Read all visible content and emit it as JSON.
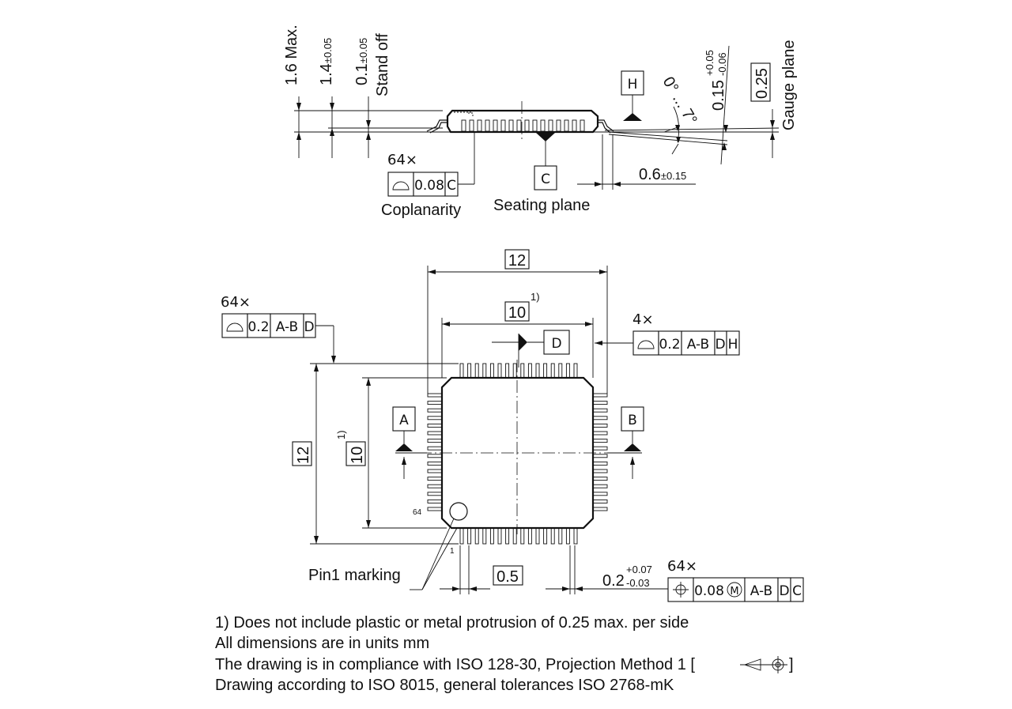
{
  "side_view": {
    "dim_height_max": "1.6 Max.",
    "dim_body_value": "1.4",
    "dim_body_tol": "±0.05",
    "dim_standoff_value": "0.1",
    "dim_standoff_tol": "±0.05",
    "standoff_label": "Stand off",
    "datum_h": "H",
    "angle_label": "0° ... 7°",
    "lead_thk_value": "0.15",
    "lead_thk_tol_plus": "+0.05",
    "lead_thk_tol_minus": "-0.06",
    "gauge_value": "0.25",
    "gauge_label": "Gauge plane",
    "coplanarity_count": "64×",
    "coplanarity_value": "0.08",
    "coplanarity_datum": "C",
    "coplanarity_label": "Coplanarity",
    "datum_c": "C",
    "seating_label": "Seating plane",
    "foot_value": "0.6",
    "foot_tol": "±0.15"
  },
  "top_view": {
    "dim_outer_width": "12",
    "dim_body_width": "10",
    "footnote_ref": "1)",
    "dim_outer_height": "12",
    "dim_body_height": "10",
    "datum_d": "D",
    "datum_a": "A",
    "datum_b": "B",
    "left_fcf_count": "64×",
    "left_fcf_value": "0.2",
    "left_fcf_datums": [
      "A-B",
      "D"
    ],
    "right_fcf_count": "4×",
    "right_fcf_value": "0.2",
    "right_fcf_datums": [
      "A-B",
      "D",
      "H"
    ],
    "pin_64_label": "64",
    "pin_1_label": "1",
    "pin1_marking_label": "Pin1 marking",
    "pitch_value": "0.5",
    "lead_width_value": "0.2",
    "lead_width_tol_plus": "+0.07",
    "lead_width_tol_minus": "-0.03",
    "pos_fcf_count": "64×",
    "pos_fcf_value": "0.08",
    "pos_fcf_modifier": "M",
    "pos_fcf_datums": [
      "A-B",
      "D",
      "C"
    ]
  },
  "notes": {
    "line1": "1) Does not include plastic or metal protrusion of 0.25 max. per side",
    "line2": "All dimensions are in units mm",
    "line3_prefix": "The drawing is in compliance with ISO 128-30, Projection Method 1 [",
    "line3_suffix": "]",
    "line4": "Drawing according to ISO 8015, general tolerances ISO 2768-mK"
  }
}
